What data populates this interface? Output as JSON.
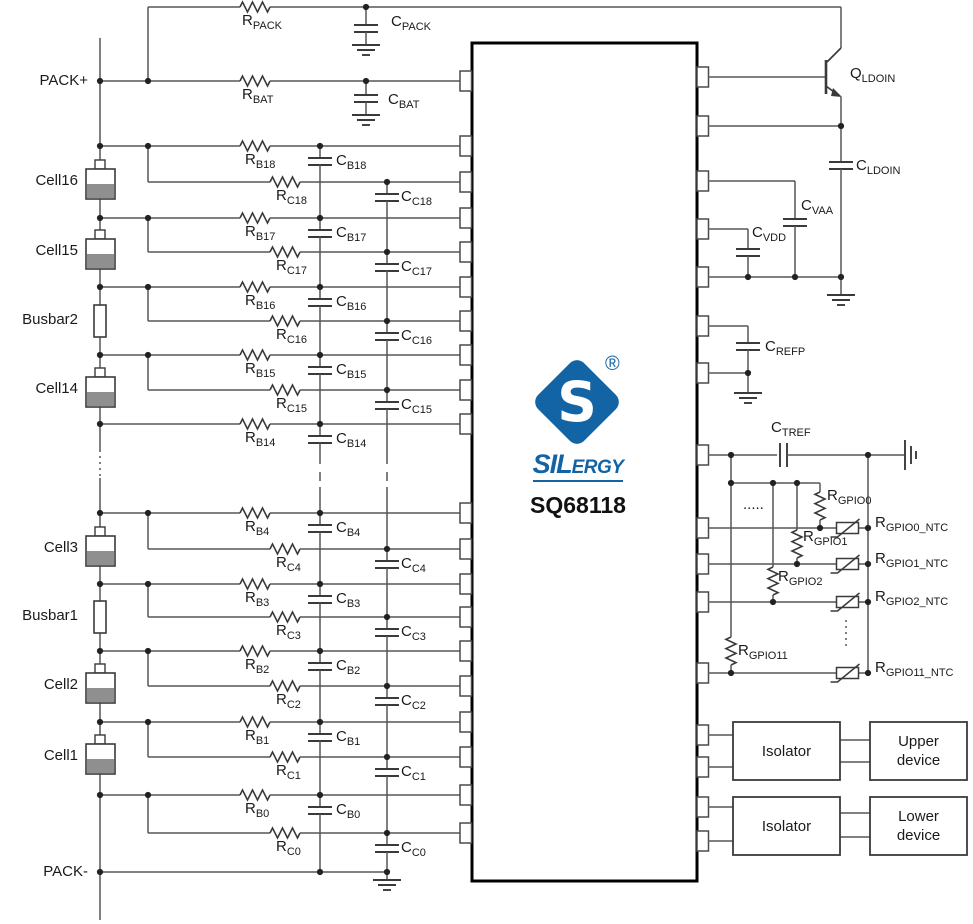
{
  "ic": {
    "part": "SQ68118",
    "brand_prefix": "SIL",
    "brand_suffix": "ERGY",
    "registered": "®",
    "logo_letter": "S"
  },
  "left": {
    "pack_plus": "PACK+",
    "pack_minus": "PACK-",
    "r_pack": {
      "main": "R",
      "sub": "PACK"
    },
    "c_pack": {
      "main": "C",
      "sub": "PACK"
    },
    "r_bat": {
      "main": "R",
      "sub": "BAT"
    },
    "c_bat": {
      "main": "C",
      "sub": "BAT"
    },
    "rows": [
      {
        "resistor": {
          "main": "R",
          "sub": "B18"
        },
        "capacitor": {
          "main": "C",
          "sub": "B18"
        }
      },
      {
        "resistor": {
          "main": "R",
          "sub": "C18"
        },
        "capacitor": {
          "main": "C",
          "sub": "C18"
        }
      },
      {
        "resistor": {
          "main": "R",
          "sub": "B17"
        },
        "capacitor": {
          "main": "C",
          "sub": "B17"
        }
      },
      {
        "resistor": {
          "main": "R",
          "sub": "C17"
        },
        "capacitor": {
          "main": "C",
          "sub": "C17"
        }
      },
      {
        "resistor": {
          "main": "R",
          "sub": "B16"
        },
        "capacitor": {
          "main": "C",
          "sub": "B16"
        }
      },
      {
        "resistor": {
          "main": "R",
          "sub": "C16"
        },
        "capacitor": {
          "main": "C",
          "sub": "C16"
        }
      },
      {
        "resistor": {
          "main": "R",
          "sub": "B15"
        },
        "capacitor": {
          "main": "C",
          "sub": "B15"
        }
      },
      {
        "resistor": {
          "main": "R",
          "sub": "C15"
        },
        "capacitor": {
          "main": "C",
          "sub": "C15"
        }
      },
      {
        "resistor": {
          "main": "R",
          "sub": "B14"
        },
        "capacitor": {
          "main": "C",
          "sub": "B14"
        }
      },
      {
        "resistor": {
          "main": "R",
          "sub": "B4"
        },
        "capacitor": {
          "main": "C",
          "sub": "B4"
        }
      },
      {
        "resistor": {
          "main": "R",
          "sub": "C4"
        },
        "capacitor": {
          "main": "C",
          "sub": "C4"
        }
      },
      {
        "resistor": {
          "main": "R",
          "sub": "B3"
        },
        "capacitor": {
          "main": "C",
          "sub": "B3"
        }
      },
      {
        "resistor": {
          "main": "R",
          "sub": "C3"
        },
        "capacitor": {
          "main": "C",
          "sub": "C3"
        }
      },
      {
        "resistor": {
          "main": "R",
          "sub": "B2"
        },
        "capacitor": {
          "main": "C",
          "sub": "B2"
        }
      },
      {
        "resistor": {
          "main": "R",
          "sub": "C2"
        },
        "capacitor": {
          "main": "C",
          "sub": "C2"
        }
      },
      {
        "resistor": {
          "main": "R",
          "sub": "B1"
        },
        "capacitor": {
          "main": "C",
          "sub": "B1"
        }
      },
      {
        "resistor": {
          "main": "R",
          "sub": "C1"
        },
        "capacitor": {
          "main": "C",
          "sub": "C1"
        }
      },
      {
        "resistor": {
          "main": "R",
          "sub": "B0"
        },
        "capacitor": {
          "main": "C",
          "sub": "B0"
        }
      },
      {
        "resistor": {
          "main": "R",
          "sub": "C0"
        },
        "capacitor": {
          "main": "C",
          "sub": "C0"
        }
      }
    ],
    "cells": [
      {
        "label": "Cell16"
      },
      {
        "label": "Cell15"
      },
      {
        "label": "Busbar2"
      },
      {
        "label": "Cell14"
      },
      {
        "label": "Cell3"
      },
      {
        "label": "Busbar1"
      },
      {
        "label": "Cell2"
      },
      {
        "label": "Cell1"
      }
    ]
  },
  "right": {
    "q_ldoin": {
      "main": "Q",
      "sub": "LDOIN"
    },
    "c_ldoin": {
      "main": "C",
      "sub": "LDOIN"
    },
    "c_vaa": {
      "main": "C",
      "sub": "VAA"
    },
    "c_vdd": {
      "main": "C",
      "sub": "VDD"
    },
    "c_refp": {
      "main": "C",
      "sub": "REFP"
    },
    "c_tref": {
      "main": "C",
      "sub": "TREF"
    },
    "ellipsis": ".....",
    "gpio_pullups": [
      {
        "main": "R",
        "sub": "GPIO0"
      },
      {
        "main": "R",
        "sub": "GPIO1"
      },
      {
        "main": "R",
        "sub": "GPIO2"
      },
      {
        "main": "R",
        "sub": "GPIO11"
      }
    ],
    "gpio_ntcs": [
      {
        "main": "R",
        "sub": "GPIO0_NTC"
      },
      {
        "main": "R",
        "sub": "GPIO1_NTC"
      },
      {
        "main": "R",
        "sub": "GPIO2_NTC"
      },
      {
        "main": "R",
        "sub": "GPIO11_NTC"
      }
    ],
    "links": [
      {
        "isolator": "Isolator",
        "device": "Upper device"
      },
      {
        "isolator": "Isolator",
        "device": "Lower device"
      }
    ]
  },
  "colors": {
    "logo_blue": "#1264a5",
    "wire": "#565656",
    "component": "#3a3a3a",
    "cell_fill": "#8f8f8f",
    "ic_border": "#000000",
    "text": "#1a1a1a"
  }
}
